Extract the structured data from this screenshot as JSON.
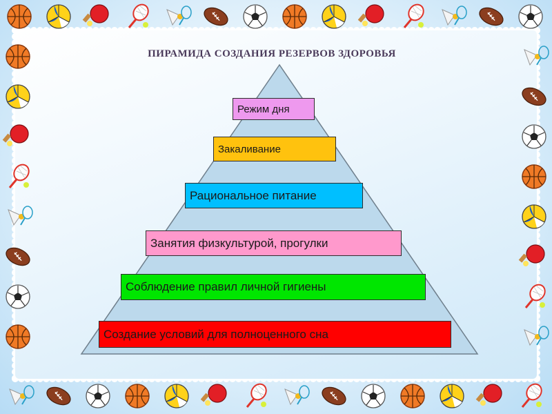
{
  "title": "ПИРАМИДА СОЗДАНИЯ РЕЗЕРВОВ ЗДОРОВЬЯ",
  "levels": [
    {
      "label": "Режим дня",
      "color": "#ee99ee"
    },
    {
      "label": "Закаливание",
      "color": "#ffc20e"
    },
    {
      "label": "Рациональное питание",
      "color": "#00bfff"
    },
    {
      "label": "Занятия физкультурой, прогулки",
      "color": "#ff99cc"
    },
    {
      "label": "Соблюдение правил личной гигиены",
      "color": "#00e600"
    },
    {
      "label": "Создание условий для полноценного сна",
      "color": "#ff0000"
    }
  ],
  "colors": {
    "pyramid_fill": "#bcd9ec",
    "pyramid_stroke": "#6f7f8c",
    "border_blue": "#8ec3ea"
  },
  "border_icons": [
    "basketball-icon",
    "tennis-racket-icon",
    "badminton-shuttlecock-icon",
    "volleyball-icon",
    "american-football-icon",
    "ping-pong-paddle-icon",
    "soccer-ball-icon"
  ]
}
